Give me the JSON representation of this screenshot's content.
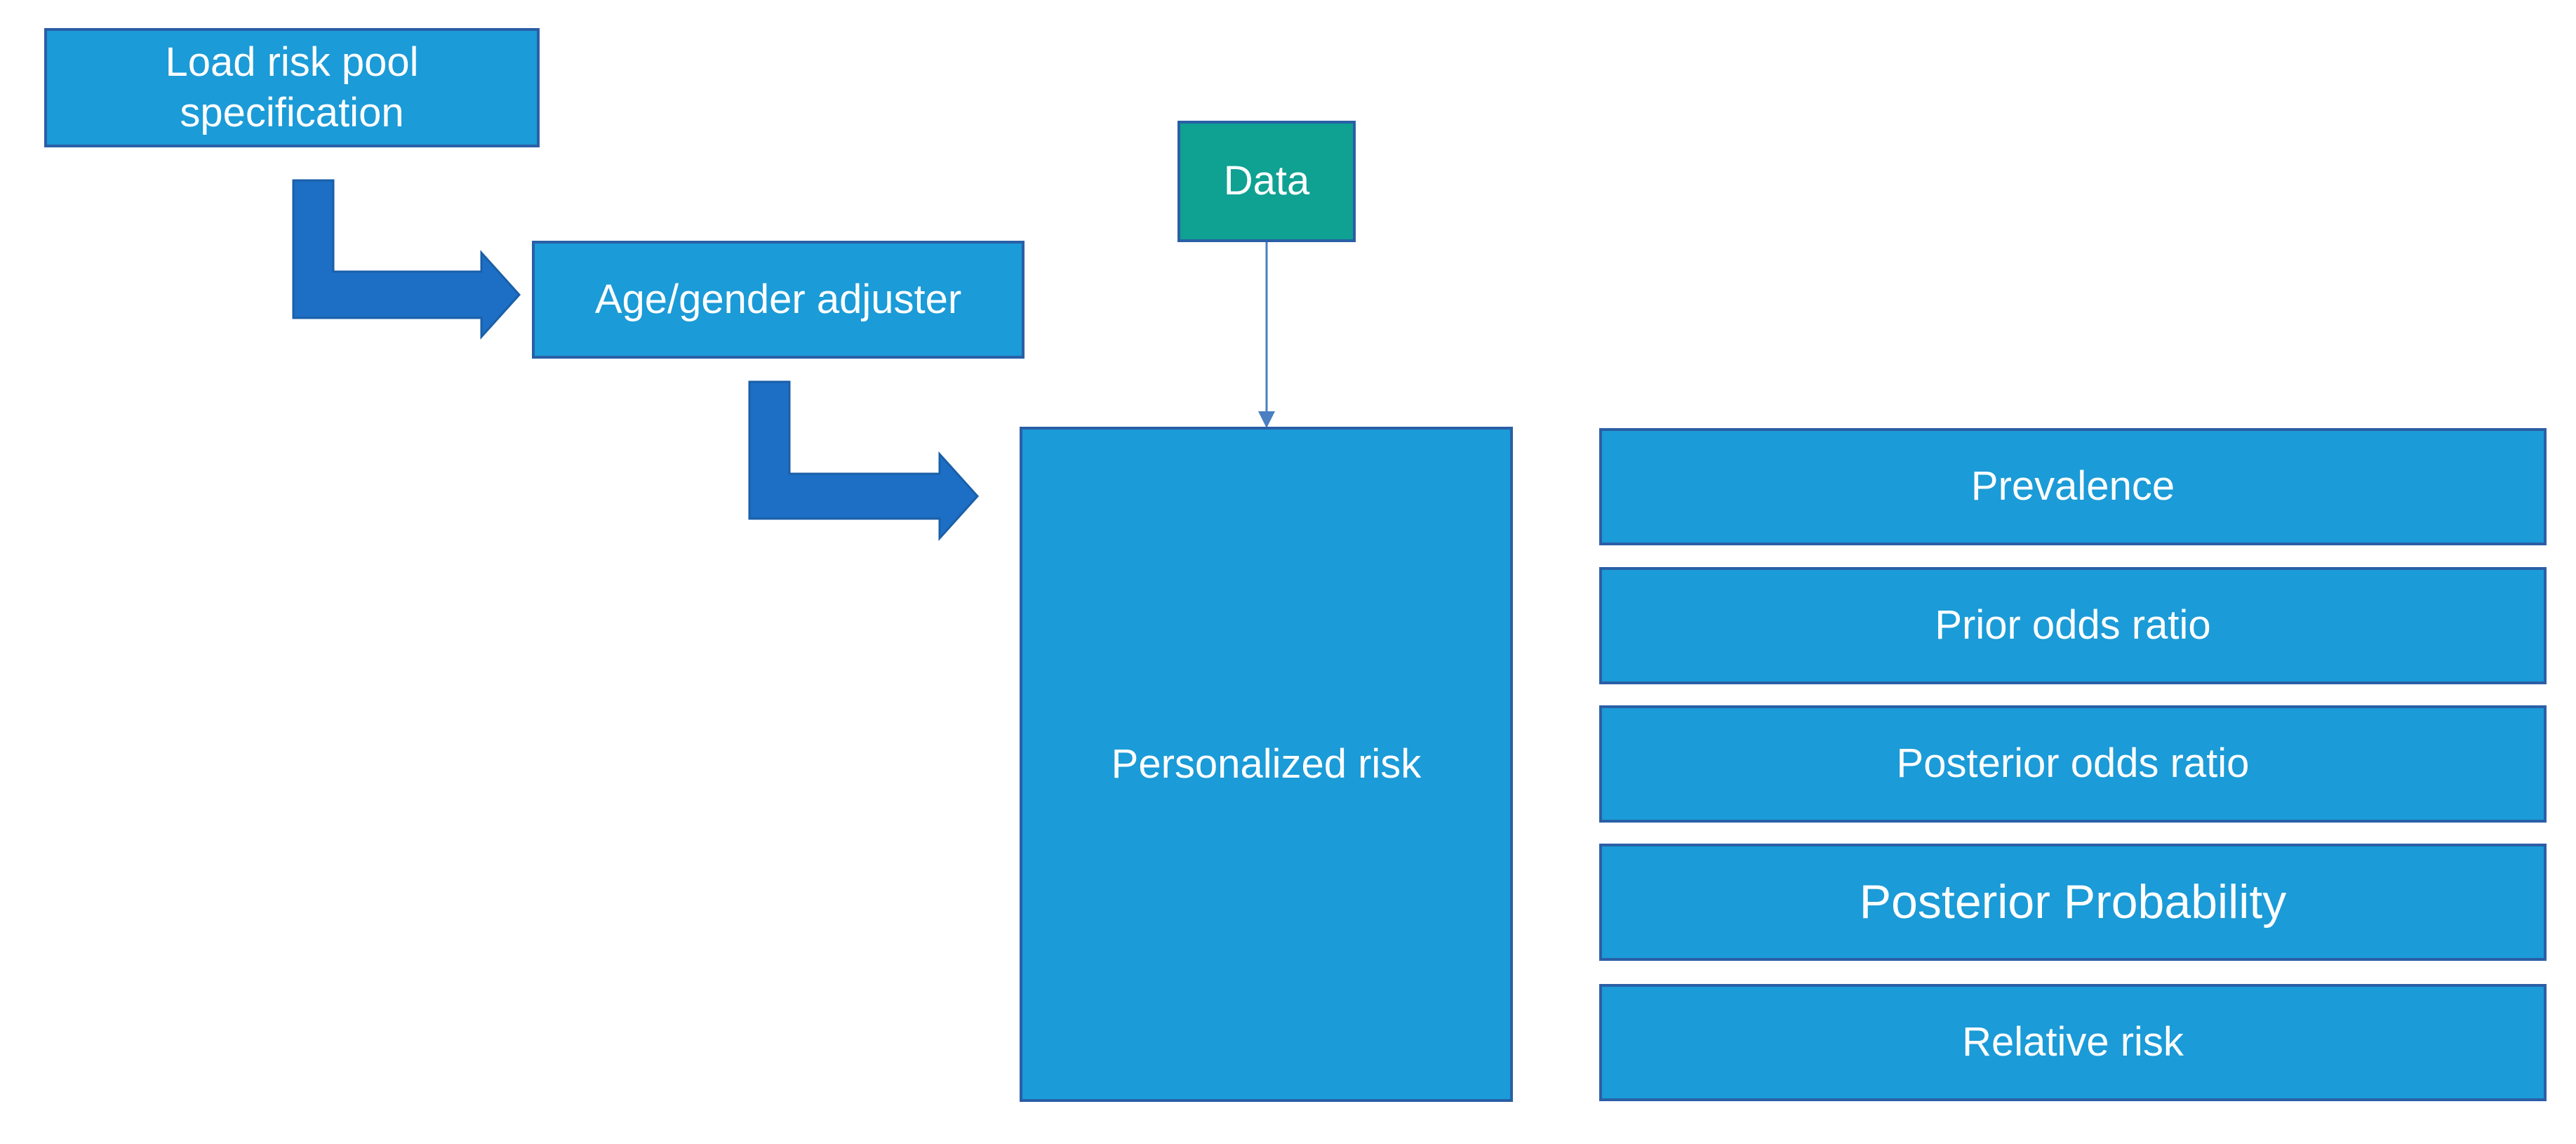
{
  "nodes": {
    "load_spec": "Load risk pool specification",
    "age_gender": "Age/gender adjuster",
    "data": "Data",
    "personalized_risk": "Personalized risk"
  },
  "outputs": [
    "Prevalence",
    "Prior odds ratio",
    "Posterior odds ratio",
    "Posterior Probability",
    "Relative risk"
  ],
  "colors": {
    "box_fill": "#1b9bd7",
    "box_border": "#2a5fa6",
    "data_fill": "#0fa192",
    "arrow_fill": "#1c6fc4",
    "connector_line": "#4a7fc1"
  }
}
